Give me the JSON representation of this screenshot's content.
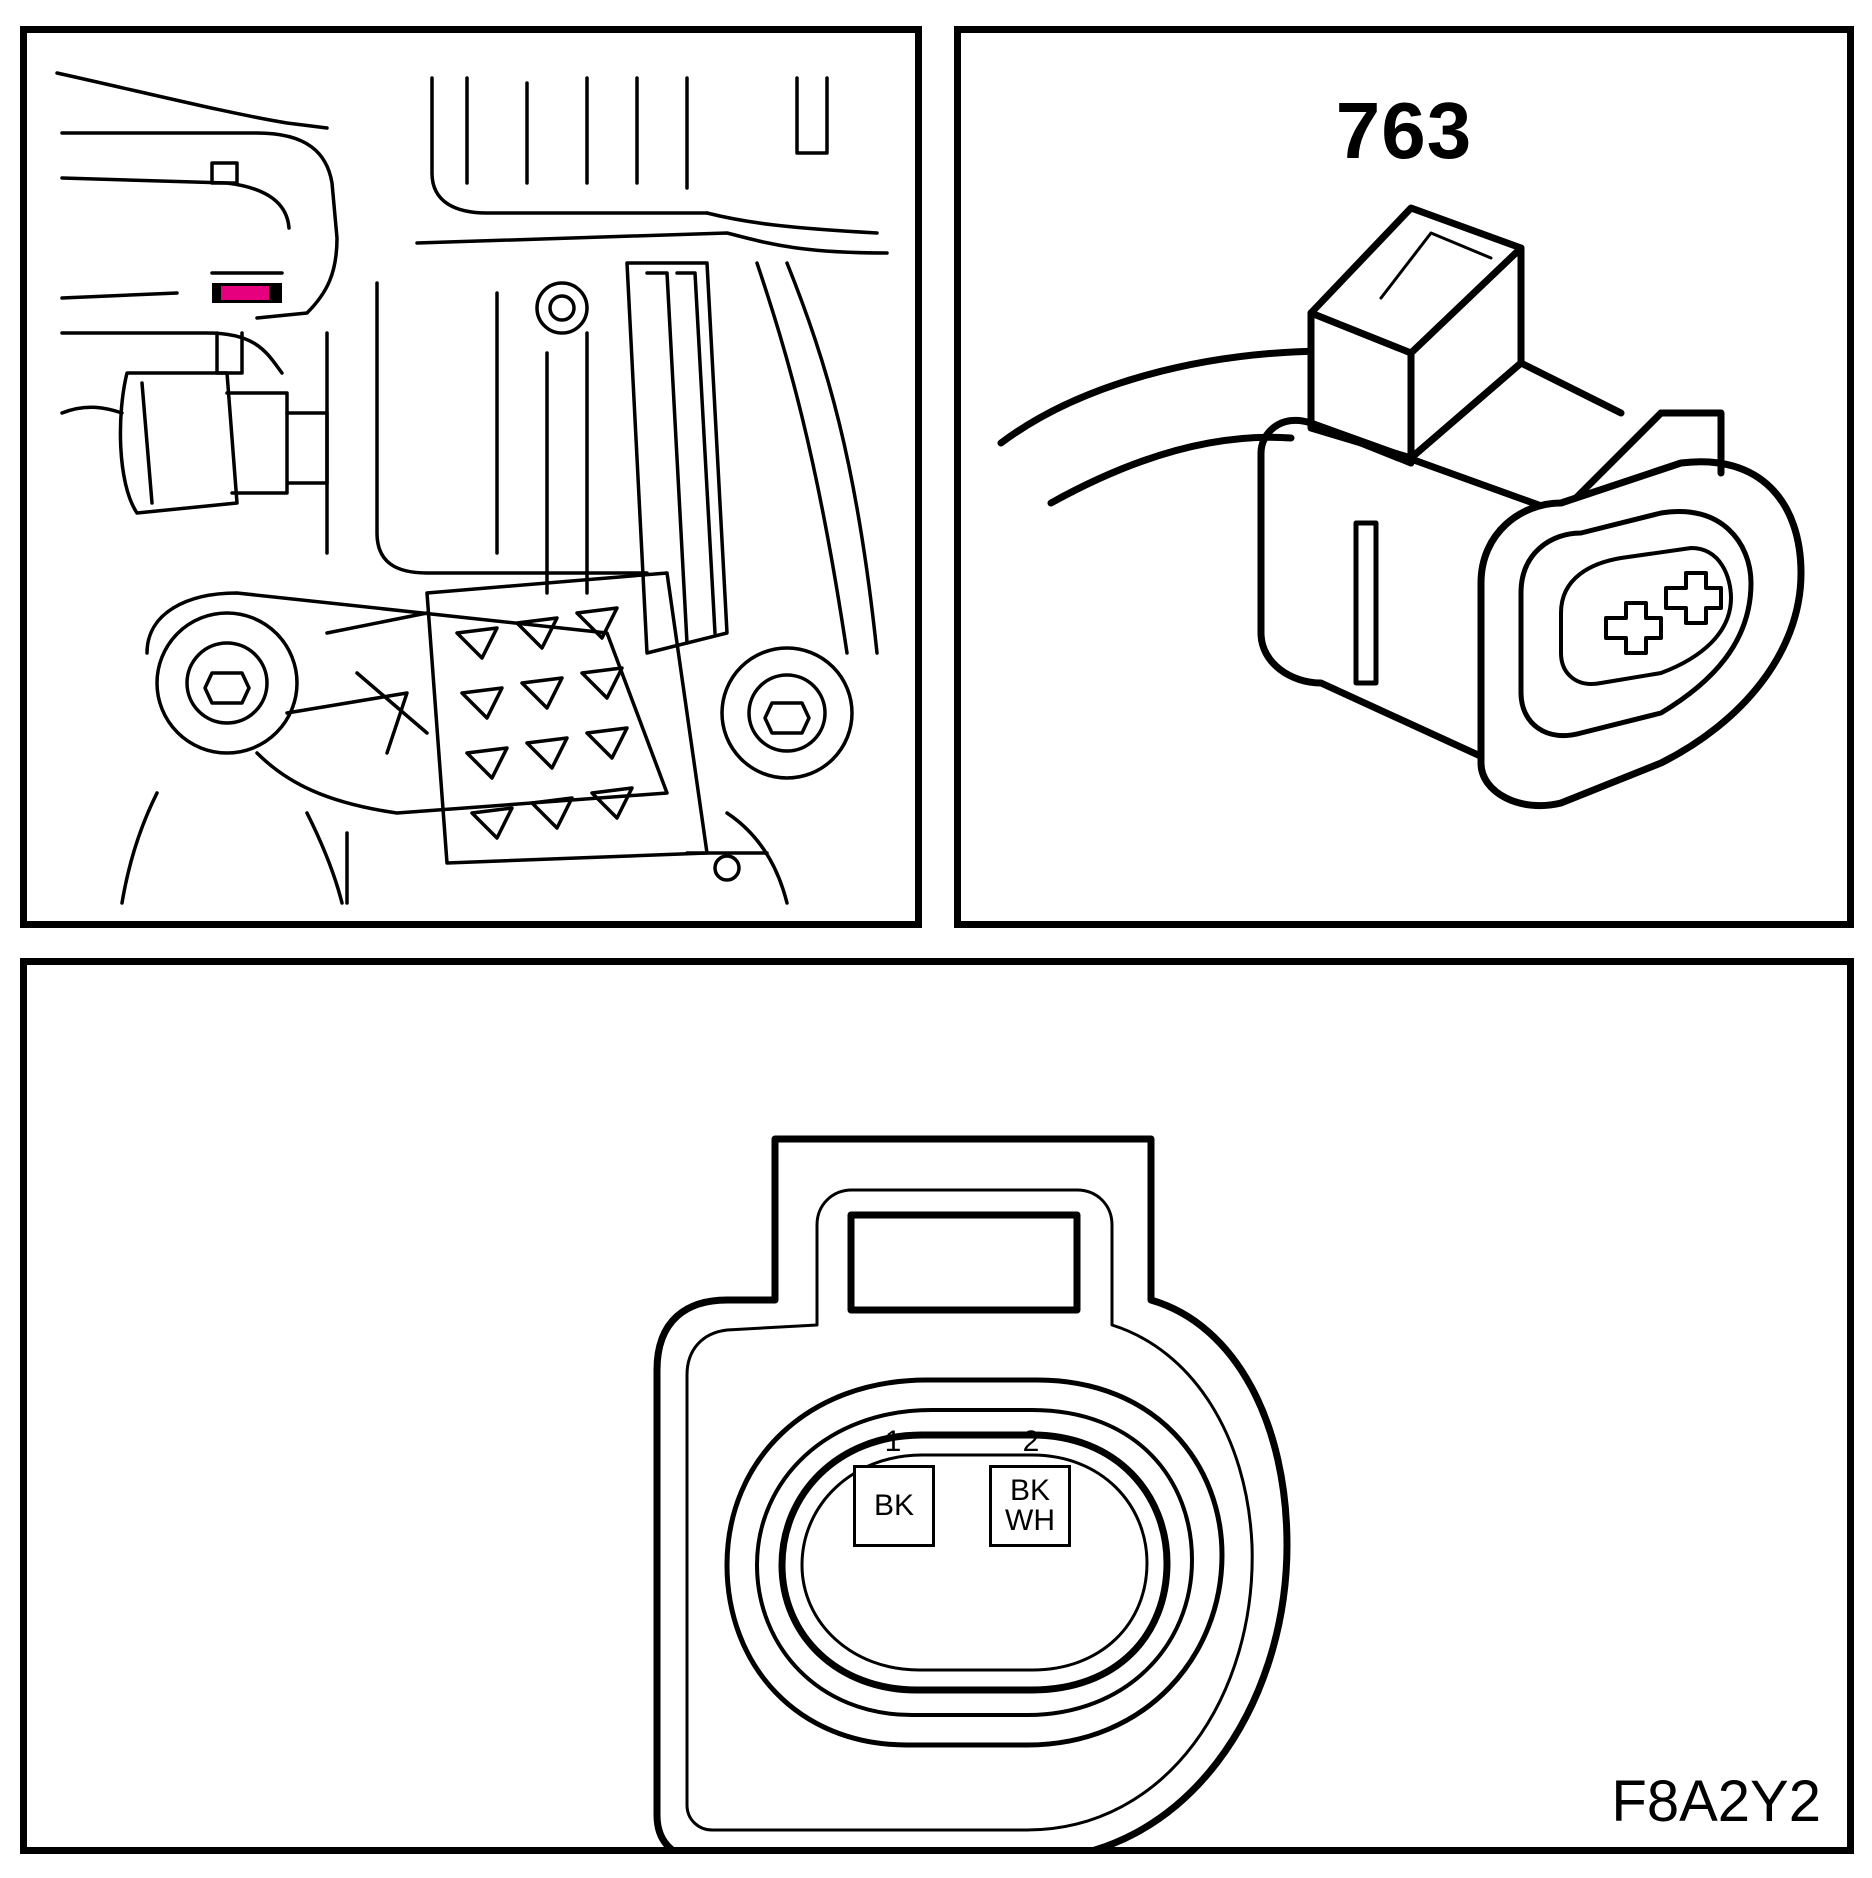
{
  "connector": {
    "id": "763",
    "figure_code": "F8A2Y2"
  },
  "pins": [
    {
      "number": "1",
      "color": "BK"
    },
    {
      "number": "2",
      "color": "BK\nWH"
    }
  ],
  "colors": {
    "line": "#000000",
    "highlight": "#e6007e",
    "background": "#ffffff"
  }
}
